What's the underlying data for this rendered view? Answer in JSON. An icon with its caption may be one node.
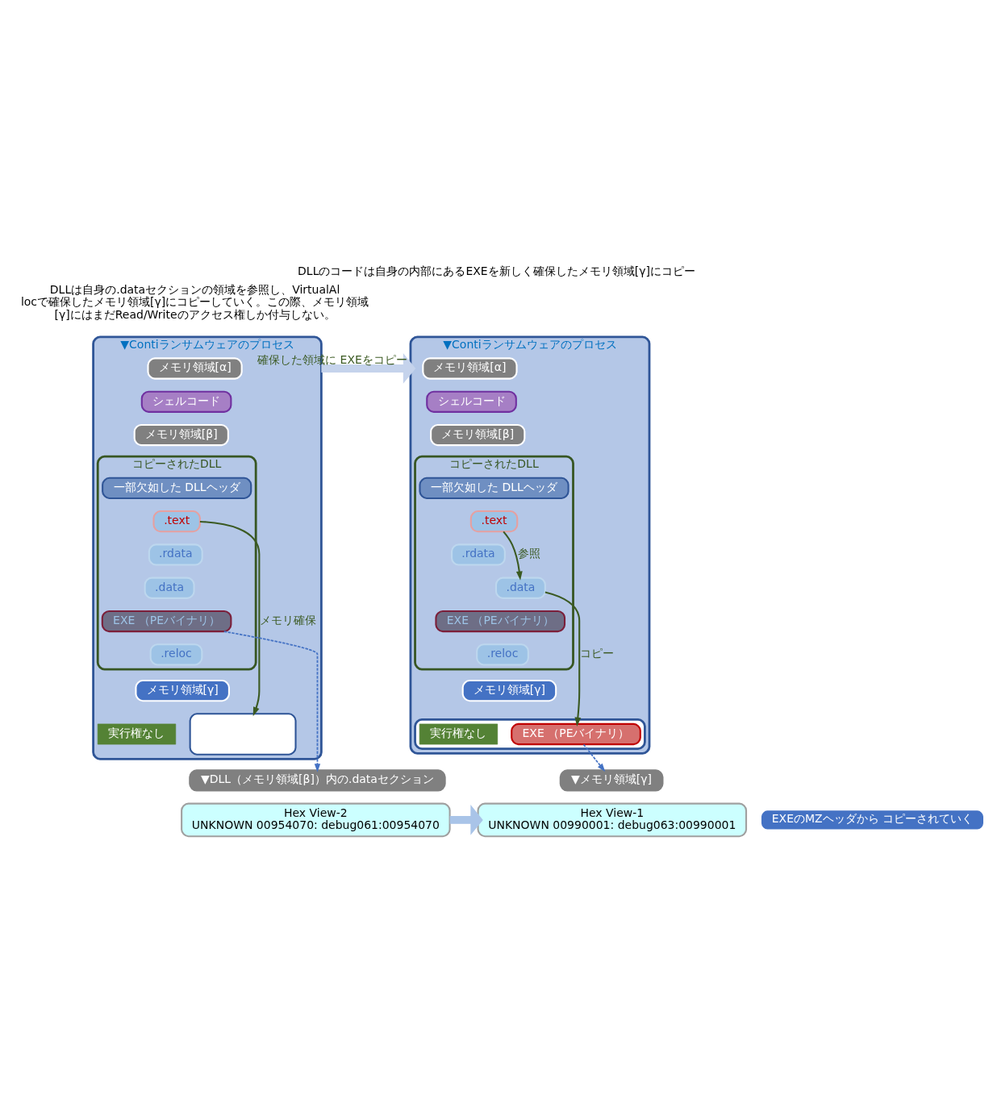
{
  "diagram": {
    "title": "DLLのコードは自身の内部にあるEXEを新しく確保したメモリ領域[γ]にコピー",
    "nodes": [
      {
        "text": [
          "▼Contiランサムウェアのプロセス"
        ]
      },
      {
        "text": [
          "メモリ領域[α]"
        ],
        "in": 0
      },
      {
        "text": [
          "シェルコード"
        ],
        "in": 0
      },
      {
        "text": [
          "メモリ領域[β]"
        ],
        "in": 0
      },
      {
        "text": [
          "コピーされたDLL"
        ],
        "in": 0
      },
      {
        "text": [
          "一部欠如した DLLヘッダ"
        ],
        "in": 4
      },
      {
        "text": [
          ".text"
        ],
        "in": 4
      },
      {
        "text": [
          ".rdata"
        ],
        "in": 4
      },
      {
        "text": [
          ".data"
        ],
        "in": 4
      },
      {
        "text": [
          "EXE （PEバイナリ）"
        ],
        "in": 4
      },
      {
        "text": [
          ".reloc"
        ],
        "in": 4
      },
      {
        "text": [
          "メモリ領域[γ]"
        ],
        "in": 0
      },
      {
        "text": [],
        "shape": "box",
        "beside": [
          "実行権なし"
        ],
        "in": 0
      },
      {
        "text": [
          "▼Contiランサムウェアのプロセス"
        ]
      },
      {
        "text": [
          "メモリ領域[α]"
        ],
        "in": 13
      },
      {
        "text": [
          "シェルコード"
        ],
        "in": 13
      },
      {
        "text": [
          "メモリ領域[β]"
        ],
        "in": 13
      },
      {
        "text": [
          "コピーされたDLL"
        ],
        "in": 13
      },
      {
        "text": [
          "一部欠如した DLLヘッダ"
        ],
        "in": 17
      },
      {
        "text": [
          ".text"
        ],
        "in": 17
      },
      {
        "text": [
          ".rdata"
        ],
        "in": 17
      },
      {
        "text": [
          ".data"
        ],
        "in": 17
      },
      {
        "text": [
          "EXE （PEバイナリ）"
        ],
        "in": 17
      },
      {
        "text": [
          ".reloc"
        ],
        "in": 17
      },
      {
        "text": [
          "メモリ領域[γ]"
        ],
        "in": 13
      },
      {
        "text": [],
        "shape": "box",
        "beside": [
          "実行権なし"
        ],
        "in": 13
      },
      {
        "text": [
          "EXE （PEバイナリ）"
        ],
        "in": 25
      },
      {
        "text": [
          "▼DLL（メモリ領域[β]）内の.dataセクション"
        ]
      },
      {
        "text": [
          "Hex View-2",
          "UNKNOWN 00954070: debug061:00954070"
        ]
      },
      {
        "text": [
          "▼メモリ領域[γ]"
        ]
      },
      {
        "text": [
          "Hex View-1",
          "UNKNOWN 00990001: debug063:00990001"
        ]
      },
      {
        "text": [
          "EXEのMZヘッダから コピーされていく"
        ]
      }
    ],
    "edges": [
      {
        "from": 6,
        "to": 12,
        "arrow": "to",
        "label": "メモリ確保",
        "color": "#3b5a22"
      },
      {
        "from": 19,
        "to": 21,
        "arrow": "to",
        "label": "参照",
        "color": "#3b5a22"
      },
      {
        "from": 21,
        "to": 26,
        "arrow": "to",
        "label": "コピー",
        "color": "#3b5a22"
      },
      {
        "from": 9,
        "to": 27,
        "arrow": "to",
        "style": "dashed",
        "color": "#4472c4"
      },
      {
        "from": 26,
        "to": 29,
        "arrow": "to",
        "style": "dashed",
        "color": "#4472c4"
      },
      {
        "from": 0,
        "to": 13,
        "arrow": "to",
        "label": "確保した領域に EXEをコピー",
        "style": "thick",
        "color": "#c5d3ec"
      },
      {
        "from": 28,
        "to": 30,
        "arrow": "to",
        "style": "thick",
        "color": "#a9c4e8"
      }
    ],
    "labels": [
      "DLLは自身の.dataセクションの領域を参照し、VirtualAllocで確保したメモリ領域[γ]にコピーしていく。この際、メモリ領域[γ]にはまだRead/Writeのアクセス権しか付与しない。"
    ]
  }
}
